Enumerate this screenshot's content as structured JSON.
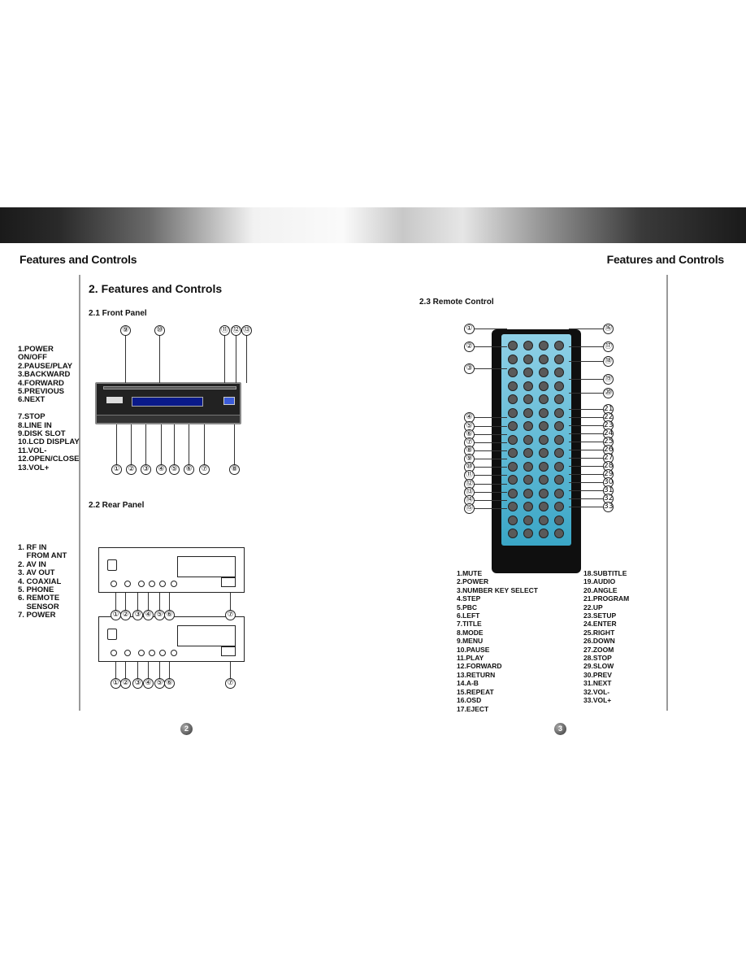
{
  "header": {
    "left_title": "Features and Controls",
    "right_title": "Features and Controls"
  },
  "left_page": {
    "section_title": "2.  Features and Controls",
    "front_panel_title": "2.1  Front Panel",
    "rear_panel_title": "2.2  Rear Panel",
    "front_list": [
      "1.POWER",
      "ON/OFF",
      "2.PAUSE/PLAY",
      "3.BACKWARD",
      "4.FORWARD",
      "5.PREVIOUS",
      "6.NEXT",
      "",
      "7.STOP",
      "8.LINE IN",
      "9.DISK SLOT",
      "10.LCD DISPLAY",
      "11.VOL-",
      "12.OPEN/CLOSE",
      "13.VOL+"
    ],
    "rear_list": [
      "1. RF IN",
      "    FROM ANT",
      "2. AV IN",
      "3. AV OUT",
      "4. COAXIAL",
      "5. PHONE",
      "6. REMOTE",
      "    SENSOR",
      "7. POWER"
    ],
    "front_top_callouts": [
      "⑨",
      "⑩",
      "⑪",
      "⑫",
      "⑬"
    ],
    "front_bottom_callouts": [
      "①",
      "②",
      "③",
      "④",
      "⑤",
      "⑥",
      "⑦",
      "⑧"
    ],
    "rear_callouts": [
      "①",
      "②",
      "③",
      "④",
      "⑤",
      "⑥",
      "⑦"
    ],
    "page_number": "2"
  },
  "right_page": {
    "remote_title": "2.3  Remote Control",
    "left_callouts": [
      "①",
      "②",
      "③",
      "④",
      "⑤",
      "⑥",
      "⑦",
      "⑧",
      "⑨",
      "⑩",
      "⑪",
      "⑫",
      "⑬",
      "⑭",
      "⑮"
    ],
    "right_callouts": [
      "⑯",
      "⑰",
      "⑱",
      "⑲",
      "⑳",
      "21",
      "22",
      "23",
      "24",
      "25",
      "26",
      "27",
      "28",
      "29",
      "30",
      "31",
      "32",
      "33"
    ],
    "remote_list_left": [
      "1.MUTE",
      "2.POWER",
      "3.NUMBER KEY SELECT",
      "4.STEP",
      "5.PBC",
      "6.LEFT",
      "7.TITLE",
      "8.MODE",
      "9.MENU",
      "10.PAUSE",
      "11.PLAY",
      "12.FORWARD",
      "13.RETURN",
      "14.A-B",
      "15.REPEAT",
      "16.OSD",
      "17.EJECT"
    ],
    "remote_list_right": [
      "18.SUBTITLE",
      "19.AUDIO",
      "20.ANGLE",
      "21.PROGRAM",
      "22.UP",
      "23.SETUP",
      "24.ENTER",
      "25.RIGHT",
      "26.DOWN",
      "27.ZOOM",
      "28.STOP",
      "29.SLOW",
      "30.PREV",
      "31.NEXT",
      "32.VOL-",
      "33.VOL+"
    ],
    "page_number": "3"
  }
}
